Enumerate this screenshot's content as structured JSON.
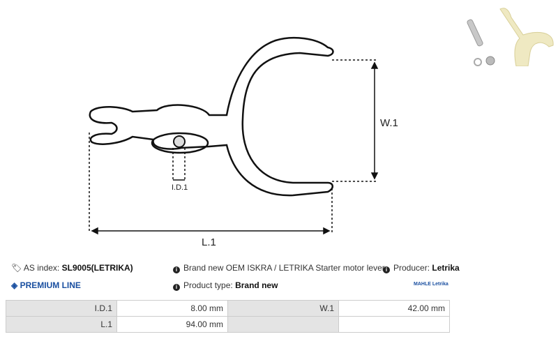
{
  "drawing": {
    "width_label": "W.1",
    "length_label": "L.1",
    "inner_diameter_label": "I.D.1"
  },
  "info": {
    "as_index_label": "AS index:",
    "as_index_value": "SL9005(LETRIKA)",
    "description": "Brand new OEM ISKRA / LETRIKA Starter motor lever",
    "producer_label": "Producer:",
    "producer_value": "Letrika",
    "premium_line": "PREMIUM LINE",
    "product_type_label": "Product type:",
    "product_type_value": "Brand new",
    "brand_logo": "MAHLE Letrika"
  },
  "table": {
    "rows": [
      [
        "I.D.1",
        "8.00 mm",
        "W.1",
        "42.00 mm"
      ],
      [
        "L.1",
        "94.00 mm",
        "",
        ""
      ]
    ]
  },
  "colors": {
    "premium": "#1a4fa0",
    "header_cell": "#e4e4e4"
  }
}
